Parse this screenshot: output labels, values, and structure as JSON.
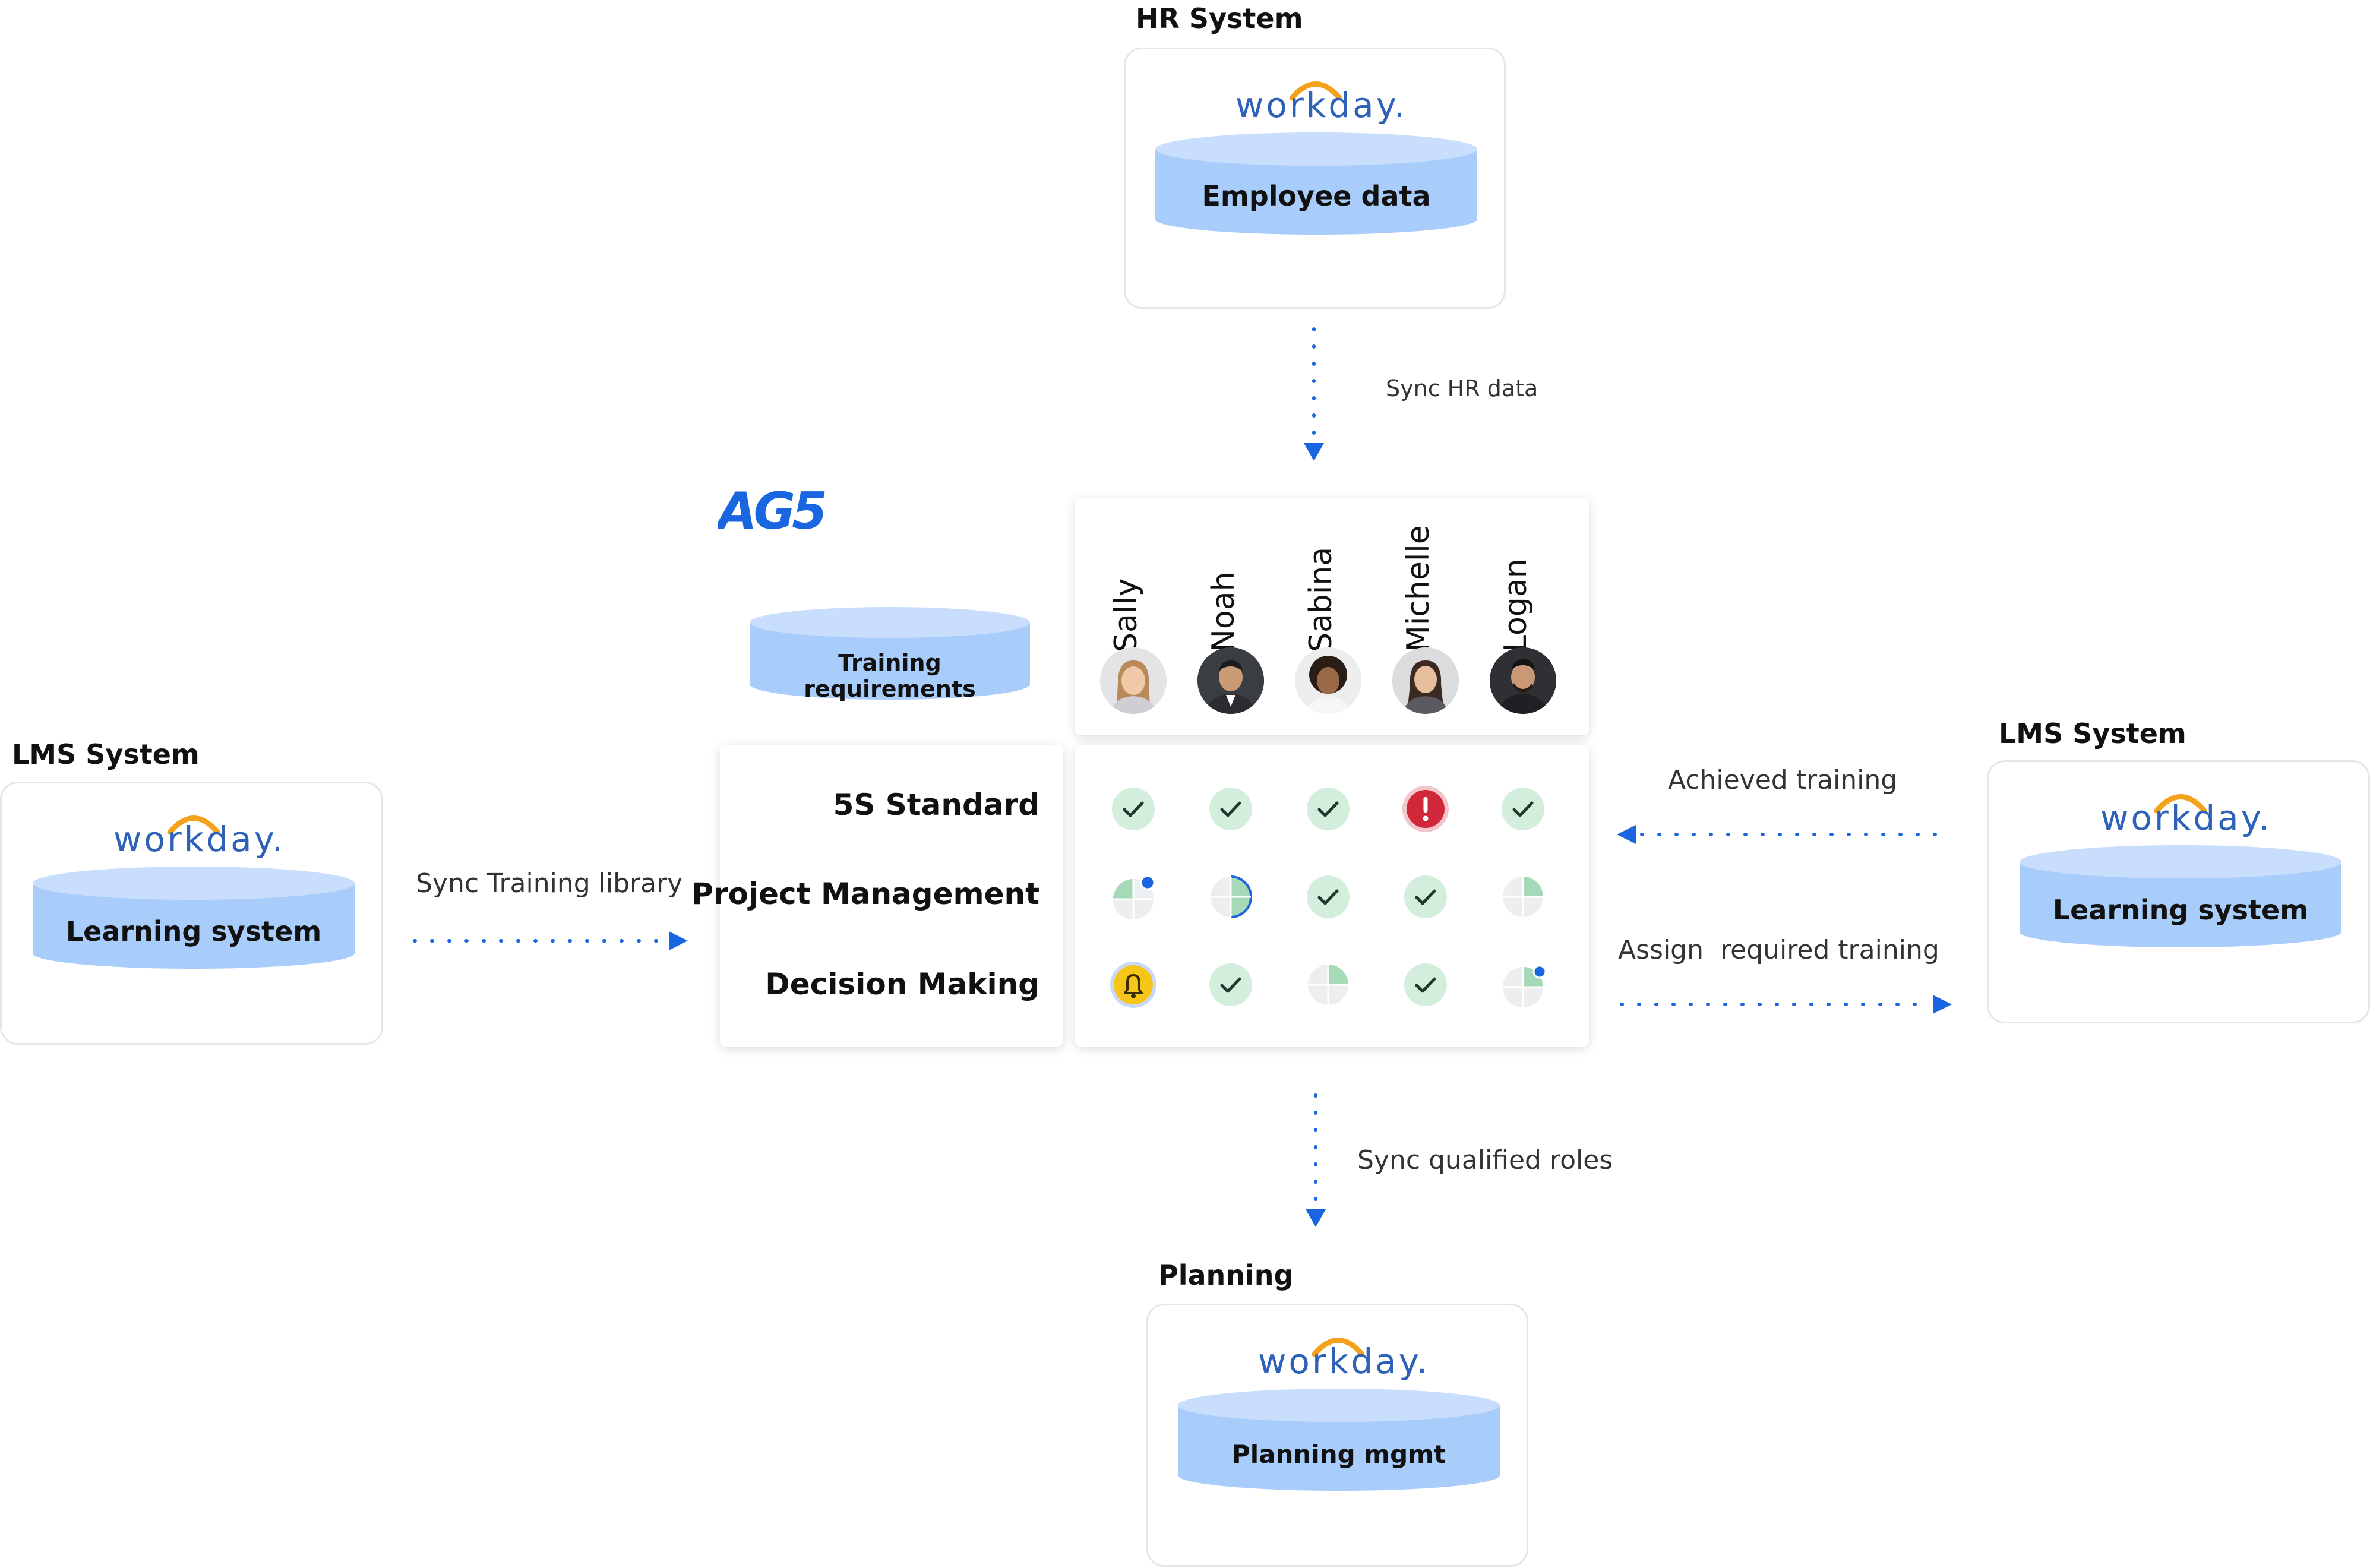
{
  "colors": {
    "accent": "#1a66e0",
    "db_fill": "#a9cdfb",
    "db_top": "#c8defc",
    "check_bg": "#d4eedd",
    "check": "#1f3a2a",
    "alert": "#d0283a",
    "bell": "#f5c518",
    "workday_orange": "#f4a11b",
    "workday_blue": "#2e62b8"
  },
  "hr_system": {
    "title": "HR System",
    "logo": "workday.",
    "db_label": "Employee data"
  },
  "sync_hr": {
    "label": "Sync HR data"
  },
  "ag5": {
    "logo": "AG5",
    "training_db_label": "Training requirements"
  },
  "people": [
    {
      "name": "Sally",
      "avatar": "avatar-female-1"
    },
    {
      "name": "Noah",
      "avatar": "avatar-male-1"
    },
    {
      "name": "Sabina",
      "avatar": "avatar-female-2"
    },
    {
      "name": "Michelle",
      "avatar": "avatar-female-3"
    },
    {
      "name": "Logan",
      "avatar": "avatar-male-2"
    }
  ],
  "skills": [
    {
      "name": "5S Standard",
      "status": [
        "check",
        "check",
        "check",
        "alert",
        "check"
      ]
    },
    {
      "name": "Project Management",
      "status": [
        "quarter-dot",
        "half",
        "check",
        "check",
        "quarter"
      ]
    },
    {
      "name": "Decision Making",
      "status": [
        "bell",
        "check",
        "quarter",
        "check",
        "quarter-dot"
      ]
    }
  ],
  "lms_left": {
    "title": "LMS System",
    "logo": "workday.",
    "db_label": "Learning system"
  },
  "sync_training_library": {
    "label": "Sync Training library"
  },
  "lms_right": {
    "title": "LMS System",
    "logo": "workday.",
    "db_label": "Learning system"
  },
  "achieved_training": {
    "label": "Achieved training"
  },
  "assign_training": {
    "label": "Assign  required training"
  },
  "sync_roles": {
    "label": "Sync qualified roles"
  },
  "planning": {
    "title": "Planning",
    "logo": "workday.",
    "db_label": "Planning mgmt"
  }
}
